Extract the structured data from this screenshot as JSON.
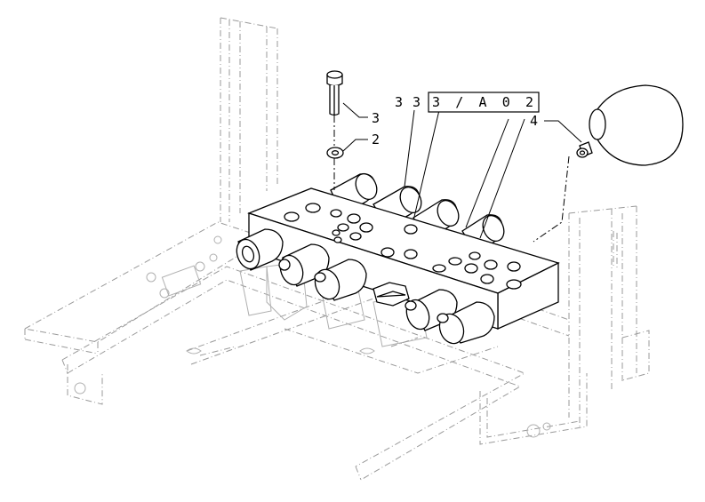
{
  "callouts": {
    "bolt": "3",
    "washer": "2",
    "accumulator": "4"
  },
  "reference": {
    "prefix_a": "3",
    "prefix_b": "3",
    "box_text": "3 / A 0 2"
  }
}
